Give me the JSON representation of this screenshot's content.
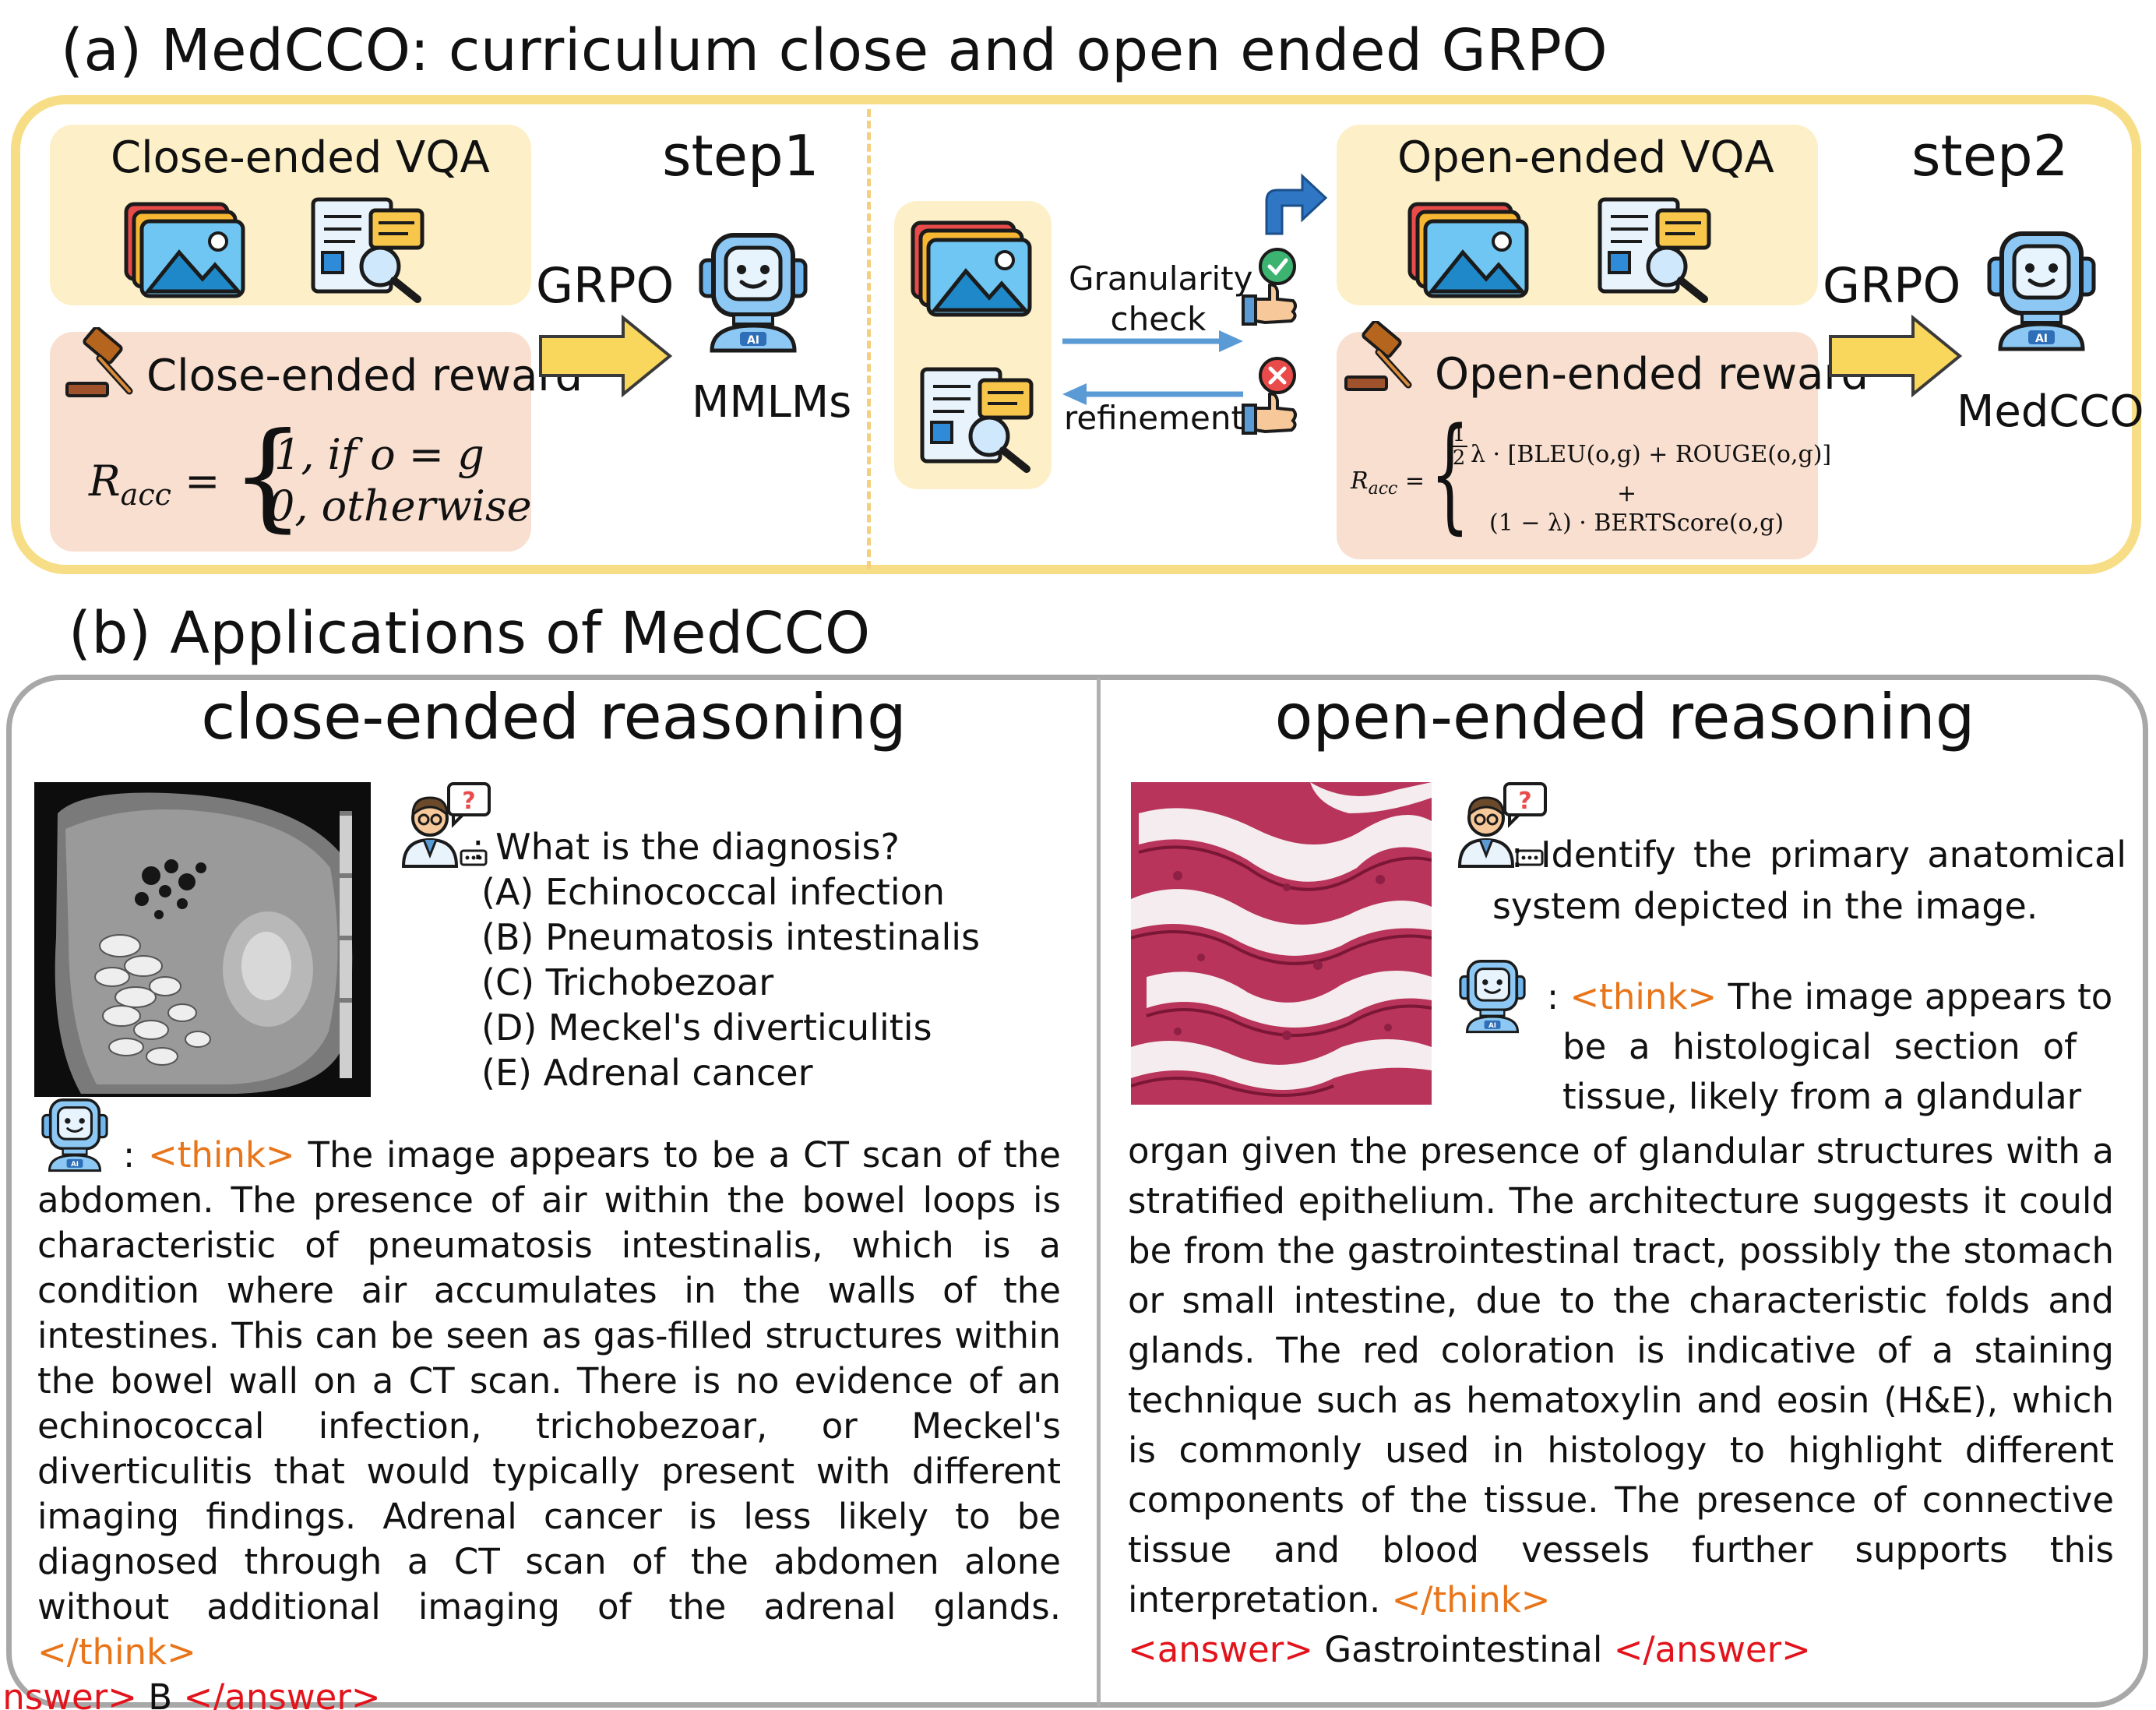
{
  "panel_a": {
    "title": "(a) MedCCO: curriculum close and open ended GRPO",
    "step1": {
      "vqa_label": "Close-ended VQA",
      "reward_label": "Close-ended reward",
      "formula_lhs": "R",
      "formula_sub": "acc",
      "case1": "1, if o = g",
      "case2": "0, otherwise",
      "grpo_label": "GRPO",
      "step_label": "step1",
      "model_label": "MMLMs"
    },
    "middle": {
      "granularity_line1": "Granularity",
      "granularity_line2": "check",
      "refinement": "refinement"
    },
    "step2": {
      "vqa_label": "Open-ended VQA",
      "reward_label": "Open-ended reward",
      "formula_lhs": "R",
      "formula_sub": "acc",
      "line1": "λ · [BLEU(o,g) + ROUGE(o,g)]",
      "frac_num": "1",
      "frac_den": "2",
      "plus": "+",
      "line2": "(1 − λ)  · BERTScore(o,g)",
      "grpo_label": "GRPO",
      "step_label": "step2",
      "model_label": "MedCCO"
    }
  },
  "panel_b": {
    "title": "(b) Applications of MedCCO",
    "close": {
      "heading": "close-ended reasoning",
      "question": ": What is the diagnosis?",
      "options": [
        "(A) Echinococcal infection",
        "(B) Pneumatosis intestinalis",
        "(C) Trichobezoar",
        "(D) Meckel's diverticulitis",
        "(E) Adrenal cancer"
      ],
      "prefix": ": ",
      "think_open": "<think>",
      "reasoning": " The image appears to be a CT scan of the abdomen. The presence of air within the bowel loops is characteristic of pneumatosis intestinalis, which is a condition where air accumulates in the walls of the intestines. This can be seen as gas-filled structures within the bowel wall on a CT scan. There is no evidence of an echinococcal infection, trichobezoar, or Meckel's diverticulitis that would typically present with different imaging findings. Adrenal cancer is less likely to be diagnosed through a CT scan of the abdomen alone without additional imaging of the adrenal glands. ",
      "think_close": "</think>",
      "answer_open": "<answer>",
      "answer": " B ",
      "answer_close": "</answer>"
    },
    "open": {
      "heading": "open-ended reasoning",
      "question_line1": ": Identify the primary anatomical",
      "question_line2": "system depicted in the image.",
      "prefix": ": ",
      "think_open": "<think>",
      "reasoning_line1": " The image appears to",
      "reasoning_line2": "be a histological section of",
      "reasoning_line3": "tissue, likely from a glandular",
      "reasoning_rest": "organ given the presence of glandular structures with a stratified epithelium. The architecture suggests it could be from the gastrointestinal tract, possibly the stomach or small intestine, due to the characteristic folds and glands. The red coloration is indicative of a staining technique such as hematoxylin and eosin (H&E), which is commonly used in histology to highlight different components of the tissue. The presence of connective tissue and blood vessels further supports this interpretation. ",
      "think_close": "</think>",
      "answer_open": "<answer>",
      "answer": " Gastrointestinal ",
      "answer_close": "</answer>"
    }
  },
  "colors": {
    "panel_a_border": "#f7de86",
    "vqa_box": "#fdf0c8",
    "reward_box": "#f9dfd0",
    "arrow_yellow": "#f9d65c",
    "arrow_blue": "#5b9bd5",
    "think": "#e8751a",
    "answer": "#e3131b",
    "panel_b_border": "#a8a8a8"
  },
  "icons": [
    "image-stack-icon",
    "document-search-icon",
    "gavel-icon",
    "robot-icon",
    "thumbs-up-check-icon",
    "thumbs-down-cross-icon",
    "doctor-question-icon",
    "turn-up-arrow-icon"
  ]
}
